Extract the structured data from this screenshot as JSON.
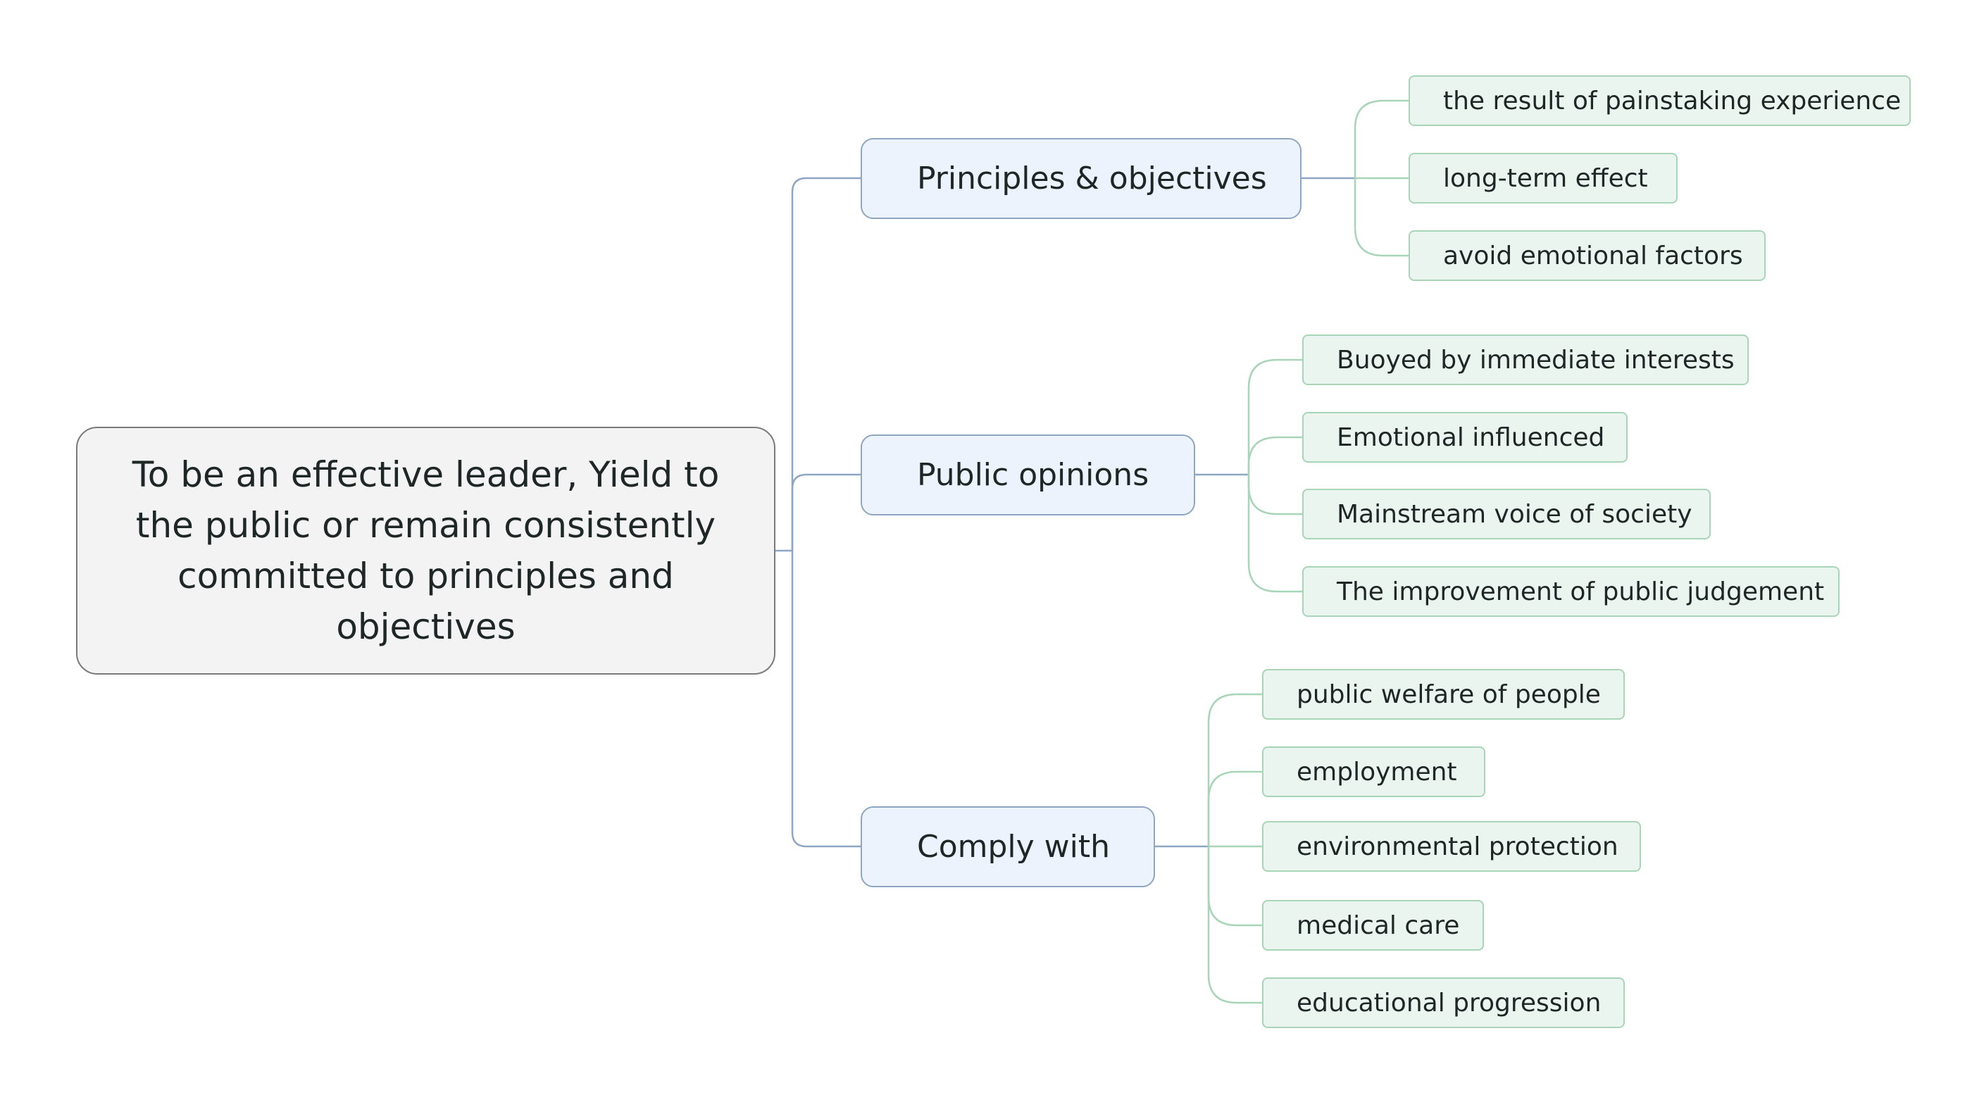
{
  "root": {
    "label": "To be an effective leader, Yield to the public or remain consistently committed to principles and objectives"
  },
  "branches": [
    {
      "label": "Principles & objectives",
      "children": [
        "the result of painstaking experience",
        "long-term effect",
        "avoid emotional factors"
      ]
    },
    {
      "label": "Public opinions",
      "children": [
        "Buoyed by immediate interests",
        "Emotional influenced",
        "Mainstream voice of society",
        "The improvement of public judgement"
      ]
    },
    {
      "label": "Comply with",
      "children": [
        "public welfare of people",
        "employment",
        "environmental protection",
        "medical care",
        "educational progression"
      ]
    }
  ],
  "colors": {
    "root_fill": "#f3f3f3",
    "root_border": "#7a7a7a",
    "branch_fill": "#edf3fc",
    "branch_border": "#8fa6c2",
    "branch_line": "#8fa6c2",
    "leaf_fill": "#eaf5ef",
    "leaf_border": "#a8d4b8",
    "leaf_line": "#a8d4b8"
  }
}
